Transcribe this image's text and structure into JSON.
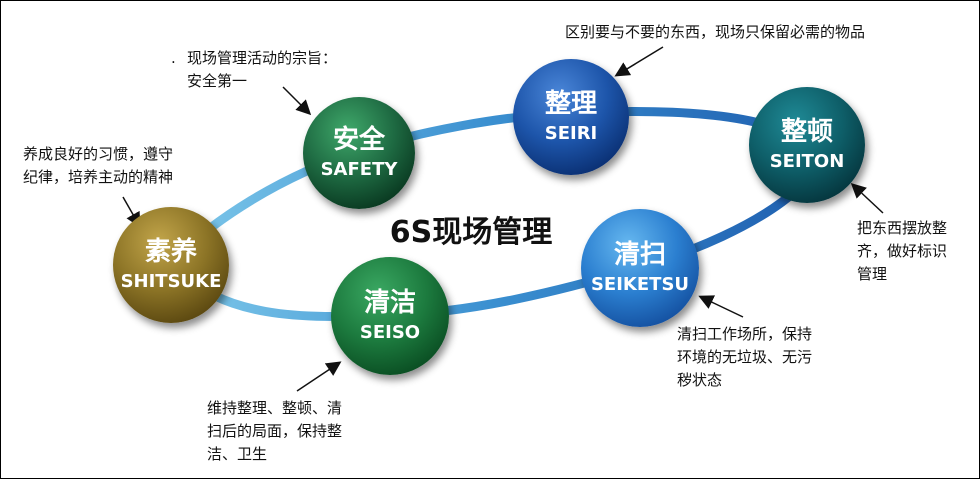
{
  "center_title": "6S现场管理",
  "nodes": {
    "safety": {
      "zh": "安全",
      "en": "SAFETY"
    },
    "seiri": {
      "zh": "整理",
      "en": "SEIRI"
    },
    "seiton": {
      "zh": "整顿",
      "en": "SEITON"
    },
    "seiketsu": {
      "zh": "清扫",
      "en": "SEIKETSU"
    },
    "seiso": {
      "zh": "清洁",
      "en": "SEISO"
    },
    "shitsuke": {
      "zh": "素养",
      "en": "SHITSUKE"
    }
  },
  "notes": {
    "safety": "现场管理活动的宗旨：\n安全第一",
    "seiri": "区别要与不要的东西，现场只保留必需的物品",
    "seiton": "把东西摆放整\n齐，做好标识\n管理",
    "seiketsu": "清扫工作场所，保持\n环境的无垃圾、无污\n秽状态",
    "seiso": "维持整理、整顿、清\n扫后的局面，保持整\n洁、卫生",
    "shitsuke": "养成良好的习惯，遵守\n纪律，培养主动的精神"
  },
  "stray_mark": "."
}
